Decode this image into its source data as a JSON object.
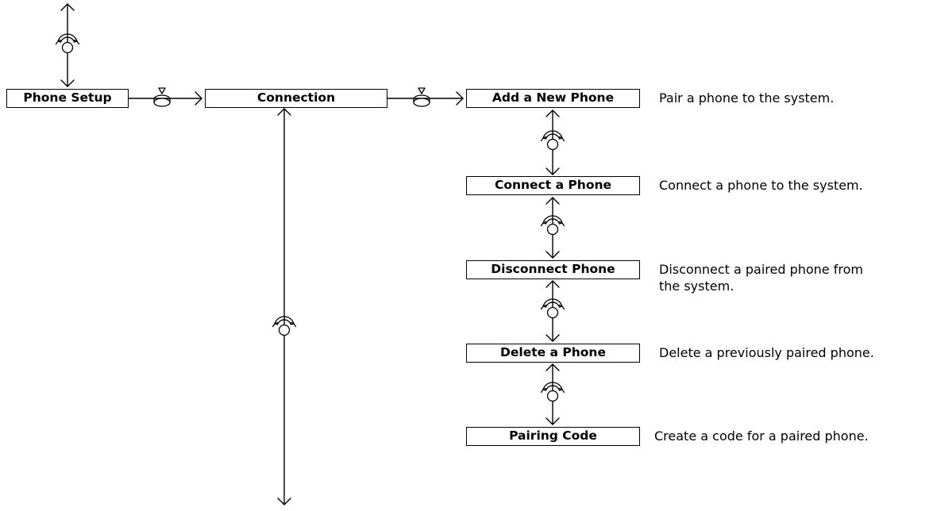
{
  "menu": {
    "root": "Phone Setup",
    "submenu": "Connection",
    "items": [
      {
        "label": "Add a New Phone",
        "description": [
          "Pair a phone to the system."
        ]
      },
      {
        "label": "Connect a Phone",
        "description": [
          "Connect a phone to the system."
        ]
      },
      {
        "label": "Disconnect Phone",
        "description": [
          "Disconnect a paired phone from",
          "the system."
        ]
      },
      {
        "label": "Delete a Phone",
        "description": [
          "Delete a previously paired phone."
        ]
      },
      {
        "label": "Pairing Code",
        "description": [
          "Create a code for a paired phone."
        ]
      }
    ]
  },
  "icons": {
    "rotate": "rotate-knob-icon",
    "press": "press-knob-icon"
  },
  "colors": {
    "line": "#000000",
    "background": "#ffffff"
  }
}
